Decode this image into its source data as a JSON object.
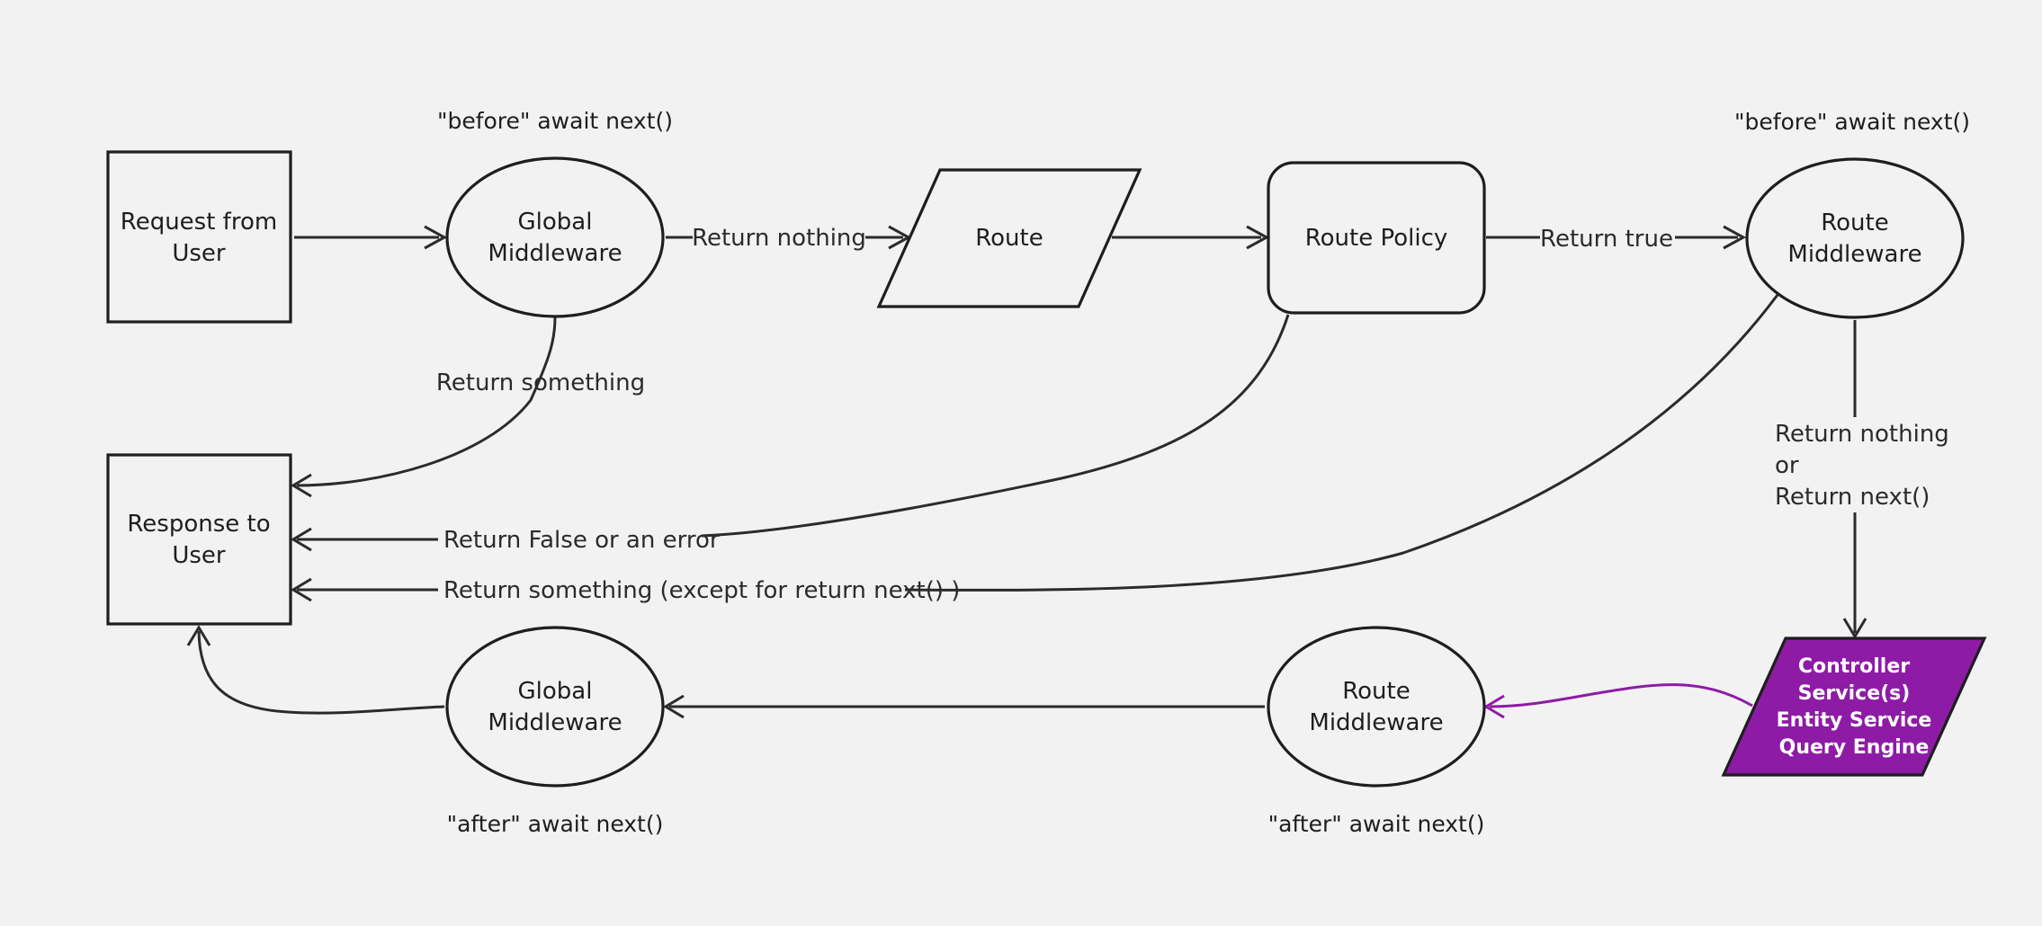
{
  "colors": {
    "background": "#f2f2f2",
    "stroke": "#1e1e1e",
    "edge": "#2b2b2b",
    "accent": "#8e1ba6",
    "accent_text": "#ffffff"
  },
  "nodes": {
    "request": [
      "Request from",
      "User"
    ],
    "global_mw_before": [
      "Global",
      "Middleware"
    ],
    "route": [
      "Route"
    ],
    "route_policy": [
      "Route Policy"
    ],
    "route_mw_before": [
      "Route",
      "Middleware"
    ],
    "response": [
      "Response to",
      "User"
    ],
    "controller": [
      "Controller",
      "Service(s)",
      "Entity Service",
      "Query Engine"
    ],
    "route_mw_after": [
      "Route",
      "Middleware"
    ],
    "global_mw_after": [
      "Global",
      "Middleware"
    ]
  },
  "captions": {
    "global_before": "\"before\" await next()",
    "route_before": "\"before\" await next()",
    "global_after": "\"after\" await next()",
    "route_after": "\"after\" await next()"
  },
  "edge_labels": {
    "global_return_nothing": "Return nothing",
    "return_true": "Return true",
    "return_something": "Return something",
    "return_false": "Return False or an error",
    "return_something_except": "Return something (except for return next() )",
    "return_nothing_or_next": [
      "Return nothing",
      "or",
      "Return next()"
    ]
  }
}
